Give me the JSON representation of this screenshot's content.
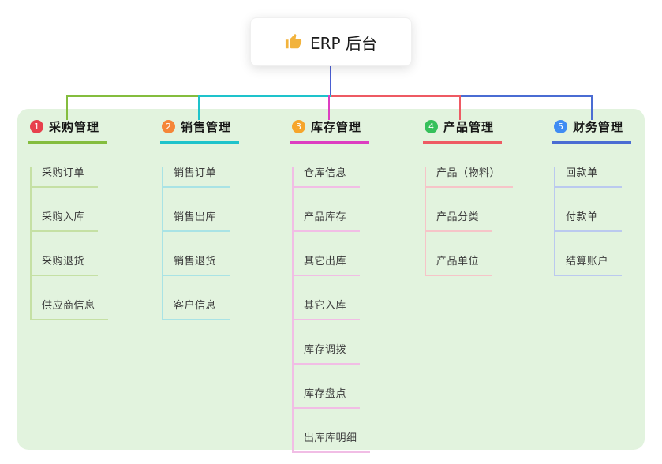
{
  "root": {
    "label": "ERP 后台",
    "icon": "thumbs-up-icon",
    "icon_color": "#f2b33d",
    "connector_color": "#4a5ed2"
  },
  "panel": {
    "background": "#e2f3de"
  },
  "branches": [
    {
      "number": "1",
      "label": "采购管理",
      "badge_color": "#e7404d",
      "color": "#84bd3e",
      "line_color": "#c5e0a4",
      "children": [
        "采购订单",
        "采购入库",
        "采购退货",
        "供应商信息"
      ]
    },
    {
      "number": "2",
      "label": "销售管理",
      "badge_color": "#f58638",
      "color": "#1ec3cb",
      "line_color": "#a9e3e5",
      "children": [
        "销售订单",
        "销售出库",
        "销售退货",
        "客户信息"
      ]
    },
    {
      "number": "3",
      "label": "库存管理",
      "badge_color": "#f6a52b",
      "color": "#dd3ec1",
      "line_color": "#f1bde5",
      "children": [
        "仓库信息",
        "产品库存",
        "其它出库",
        "其它入库",
        "库存调拨",
        "库存盘点",
        "出库库明细"
      ]
    },
    {
      "number": "4",
      "label": "产品管理",
      "badge_color": "#36c05b",
      "color": "#ee5a63",
      "line_color": "#f6c4c8",
      "children": [
        "产品（物料）",
        "产品分类",
        "产品单位"
      ]
    },
    {
      "number": "5",
      "label": "财务管理",
      "badge_color": "#3f8cf3",
      "color": "#4a6cd3",
      "line_color": "#bbc9ef",
      "children": [
        "回款单",
        "付款单",
        "结算账户"
      ]
    }
  ]
}
